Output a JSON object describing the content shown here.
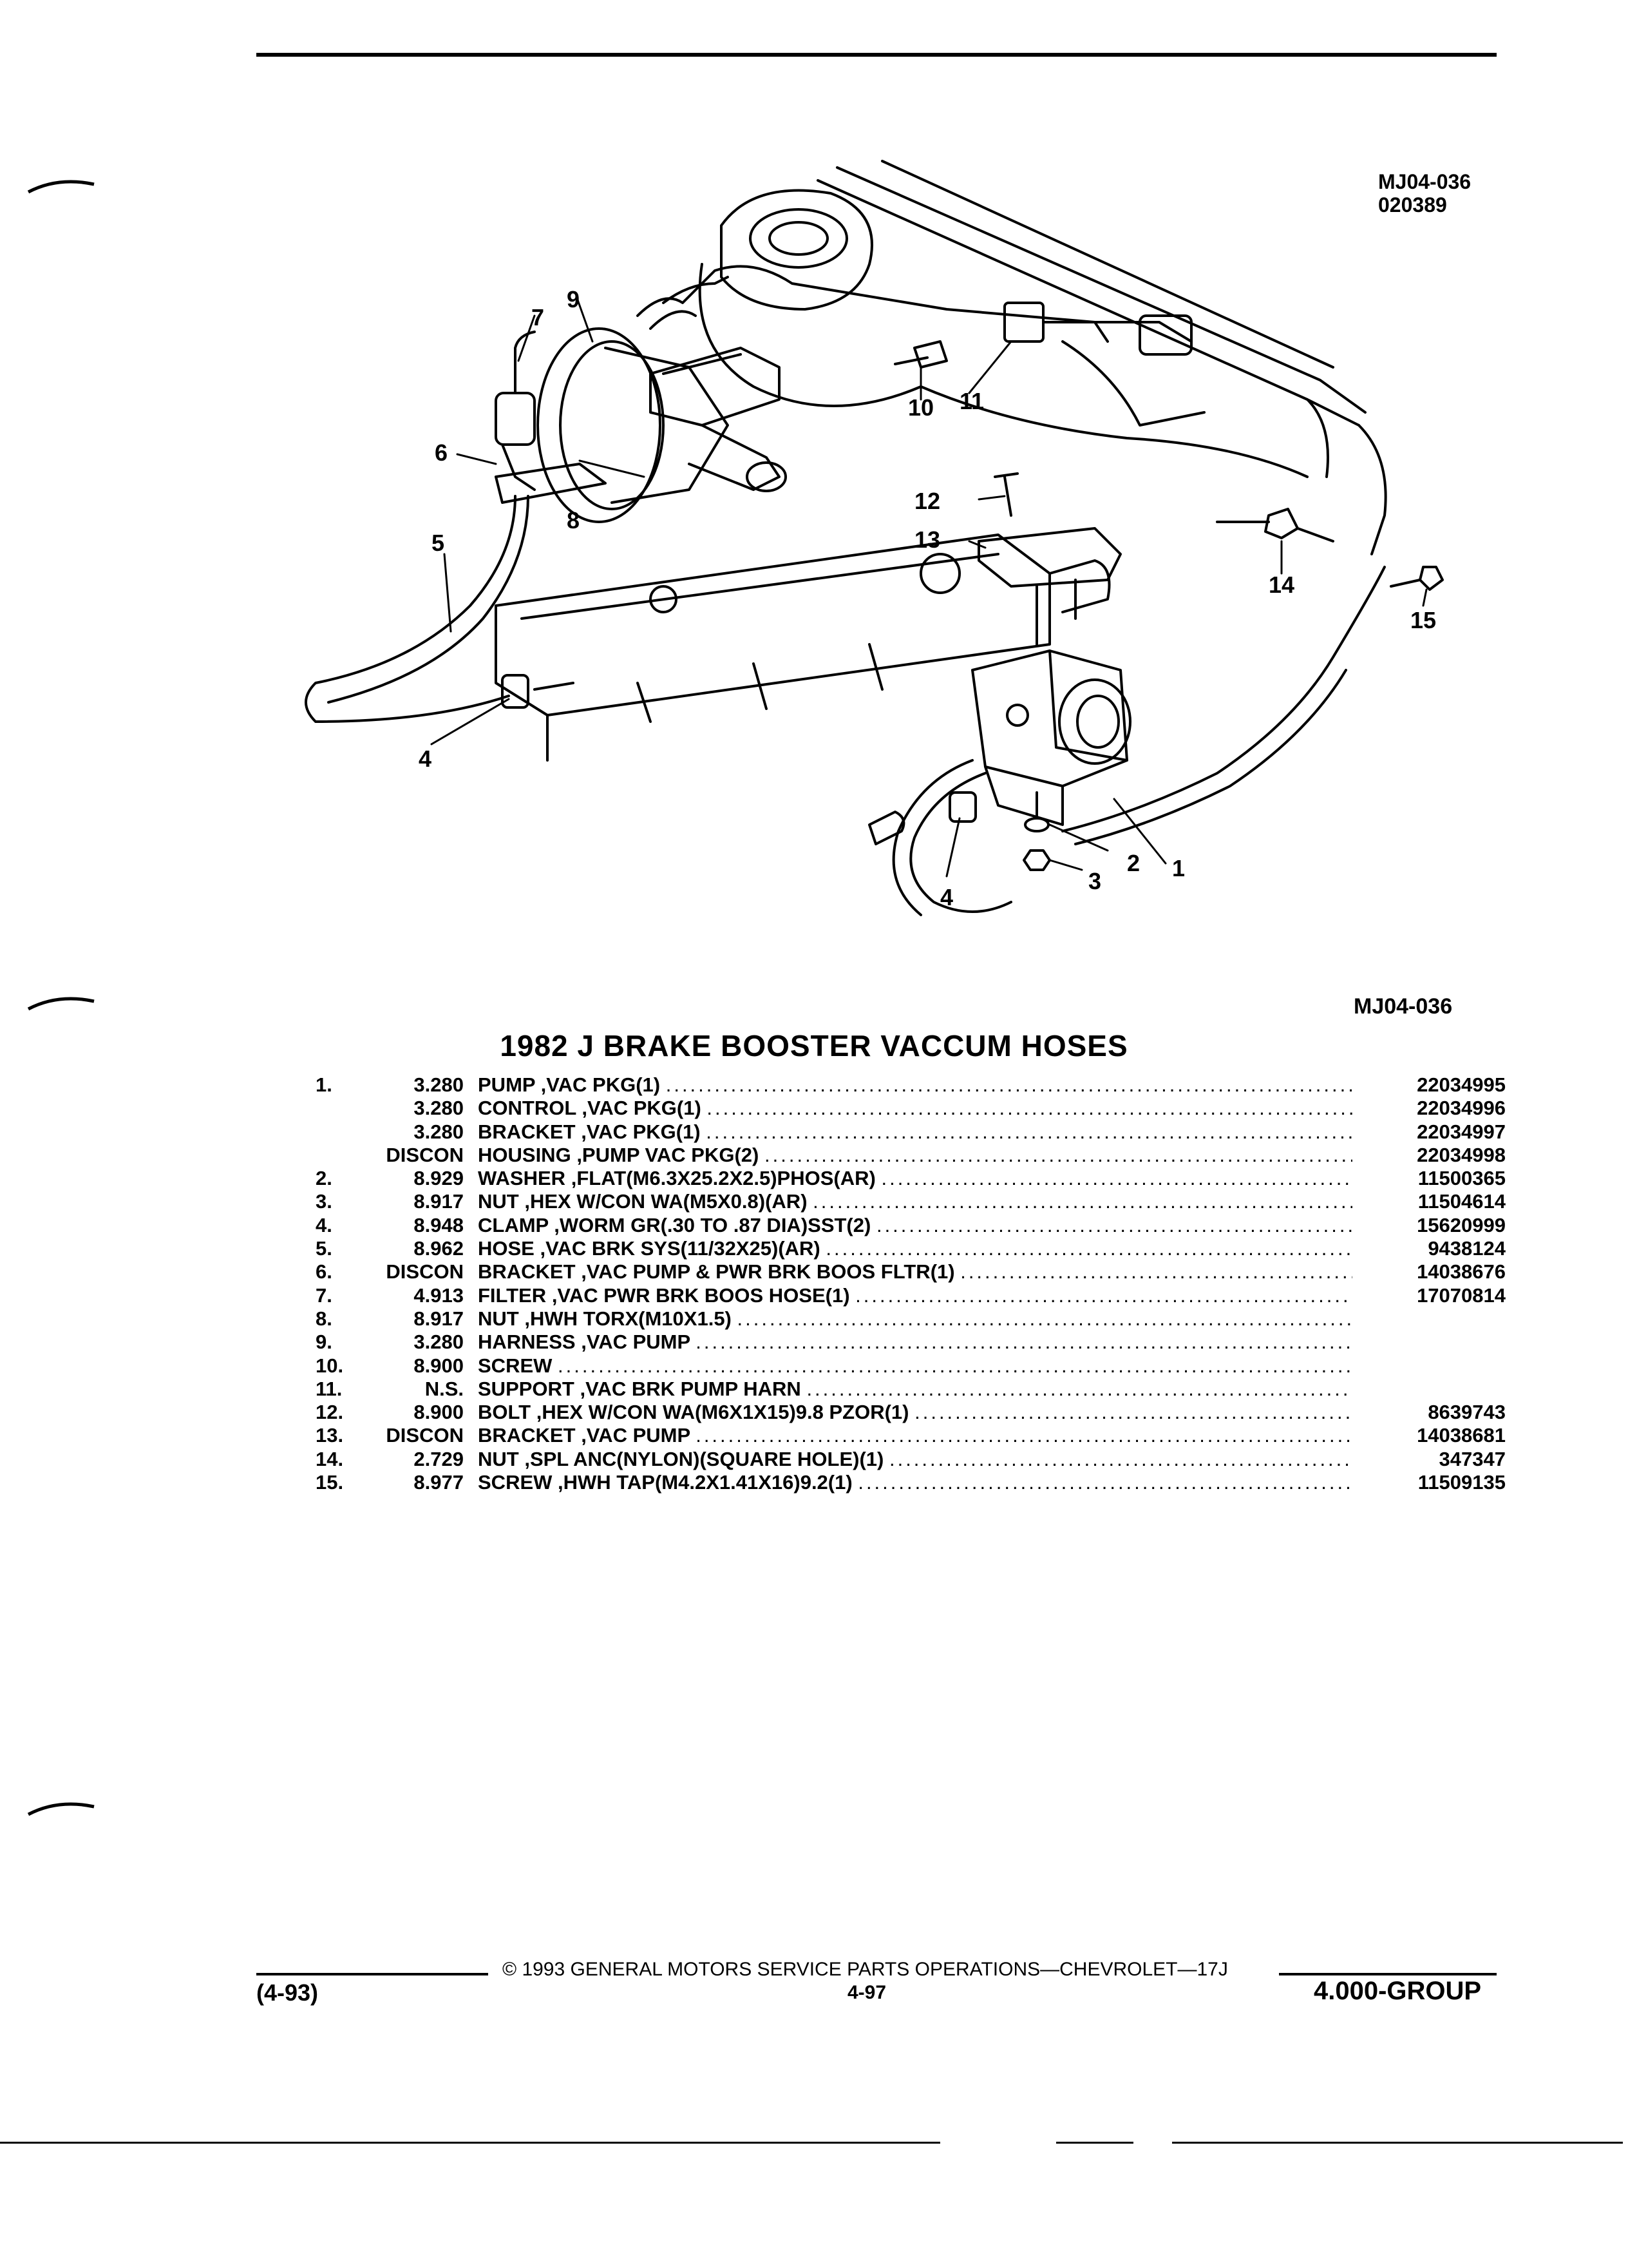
{
  "figure": {
    "code_top": "MJ04-036",
    "date_code": "020389",
    "code_bottom": "MJ04-036",
    "callouts": [
      "1",
      "2",
      "3",
      "4",
      "4",
      "5",
      "6",
      "7",
      "8",
      "9",
      "10",
      "11",
      "12",
      "13",
      "14",
      "15"
    ]
  },
  "parts_list": {
    "title": "1982 J BRAKE BOOSTER VACCUM HOSES",
    "rows": [
      {
        "no": "1.",
        "ref": "3.280",
        "name": "PUMP",
        "detail": ",VAC PKG(1)",
        "part": "22034995"
      },
      {
        "no": "",
        "ref": "3.280",
        "name": "CONTROL",
        "detail": ",VAC PKG(1)",
        "part": "22034996"
      },
      {
        "no": "",
        "ref": "3.280",
        "name": "BRACKET",
        "detail": ",VAC PKG(1)",
        "part": "22034997"
      },
      {
        "no": "",
        "ref": "DISCON",
        "name": "HOUSING",
        "detail": ",PUMP VAC PKG(2)",
        "part": "22034998"
      },
      {
        "no": "2.",
        "ref": "8.929",
        "name": "WASHER",
        "detail": ",FLAT(M6.3X25.2X2.5)PHOS(AR)",
        "part": "11500365"
      },
      {
        "no": "3.",
        "ref": "8.917",
        "name": "NUT",
        "detail": ",HEX W/CON WA(M5X0.8)(AR)",
        "part": "11504614"
      },
      {
        "no": "4.",
        "ref": "8.948",
        "name": "CLAMP",
        "detail": ",WORM GR(.30 TO .87 DIA)SST(2)",
        "part": "15620999"
      },
      {
        "no": "5.",
        "ref": "8.962",
        "name": "HOSE",
        "detail": ",VAC BRK SYS(11/32X25)(AR)",
        "part": "9438124"
      },
      {
        "no": "6.",
        "ref": "DISCON",
        "name": "BRACKET",
        "detail": ",VAC PUMP & PWR BRK BOOS FLTR(1)",
        "part": "14038676"
      },
      {
        "no": "7.",
        "ref": "4.913",
        "name": "FILTER",
        "detail": ",VAC PWR BRK BOOS HOSE(1)",
        "part": "17070814"
      },
      {
        "no": "8.",
        "ref": "8.917",
        "name": "NUT",
        "detail": ",HWH TORX(M10X1.5)",
        "part": ""
      },
      {
        "no": "9.",
        "ref": "3.280",
        "name": "HARNESS",
        "detail": ",VAC PUMP",
        "part": ""
      },
      {
        "no": "10.",
        "ref": "8.900",
        "name": "SCREW",
        "detail": "",
        "part": ""
      },
      {
        "no": "11.",
        "ref": "N.S.",
        "name": "SUPPORT",
        "detail": ",VAC BRK PUMP HARN",
        "part": ""
      },
      {
        "no": "12.",
        "ref": "8.900",
        "name": "BOLT",
        "detail": ",HEX W/CON WA(M6X1X15)9.8 PZOR(1)",
        "part": "8639743"
      },
      {
        "no": "13.",
        "ref": "DISCON",
        "name": "BRACKET",
        "detail": ",VAC PUMP",
        "part": "14038681"
      },
      {
        "no": "14.",
        "ref": "2.729",
        "name": "NUT",
        "detail": ",SPL ANC(NYLON)(SQUARE HOLE)(1)",
        "part": "347347"
      },
      {
        "no": "15.",
        "ref": "8.977",
        "name": "SCREW",
        "detail": ",HWH TAP(M4.2X1.41X16)9.2(1)",
        "part": "11509135"
      }
    ]
  },
  "footer": {
    "revision": "(4-93)",
    "copyright": "© 1993 GENERAL MOTORS SERVICE PARTS OPERATIONS—CHEVROLET—17J",
    "page_number": "4-97",
    "group": "4.000-GROUP"
  }
}
